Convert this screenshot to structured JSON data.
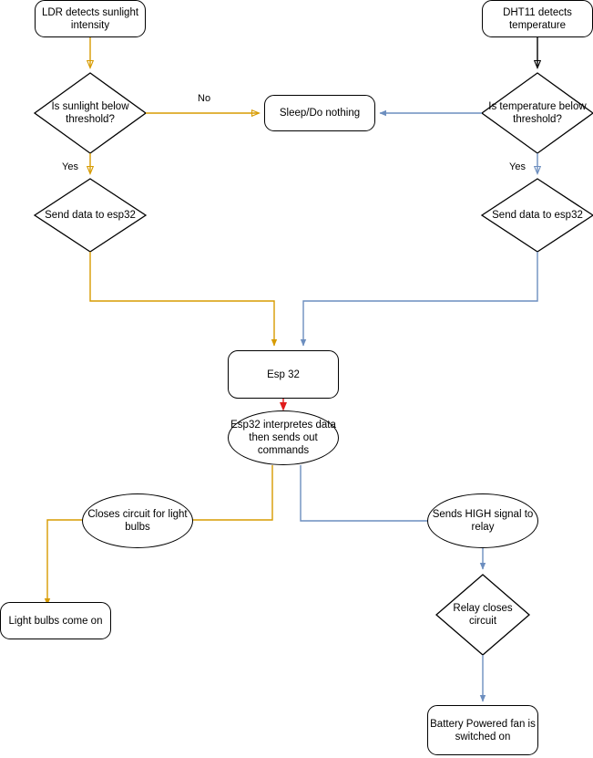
{
  "diagram": {
    "title": "Sensor to ESP32 automation flowchart",
    "colors": {
      "orange": "#D79B00",
      "blue": "#6C8EBF",
      "black": "#000000",
      "red": "#E01B1B",
      "background": "#FFFFFF"
    },
    "nodes": [
      {
        "id": "ldr",
        "shape": "rounded-rect",
        "label": "LDR detects sunlight intensity"
      },
      {
        "id": "dht11",
        "shape": "rounded-rect",
        "label": "DHT11 detects temperature"
      },
      {
        "id": "sunlight_q",
        "shape": "diamond",
        "label": "Is sunlight below threshold?"
      },
      {
        "id": "temp_q",
        "shape": "diamond",
        "label": "Is temperature below threshold?"
      },
      {
        "id": "sleep",
        "shape": "rounded-rect",
        "label": "Sleep/Do nothing"
      },
      {
        "id": "send_left",
        "shape": "diamond",
        "label": "Send data to esp32"
      },
      {
        "id": "send_right",
        "shape": "diamond",
        "label": "Send data to esp32"
      },
      {
        "id": "esp32",
        "shape": "rounded-rect",
        "label": "Esp 32"
      },
      {
        "id": "interprets",
        "shape": "ellipse",
        "label": "Esp32 interpretes data then sends out commands"
      },
      {
        "id": "closes_circuit",
        "shape": "ellipse",
        "label": "Closes circuit for light bulbs"
      },
      {
        "id": "high_signal",
        "shape": "ellipse",
        "label": "Sends HIGH signal to relay"
      },
      {
        "id": "bulbs_on",
        "shape": "rounded-rect",
        "label": "Light bulbs come on"
      },
      {
        "id": "relay_closes",
        "shape": "diamond",
        "label": "Relay closes circuit"
      },
      {
        "id": "fan_on",
        "shape": "rounded-rect",
        "label": "Battery Powered fan is switched on"
      }
    ],
    "edge_labels": [
      {
        "id": "no_label",
        "text": "No"
      },
      {
        "id": "yes_left_label",
        "text": "Yes"
      },
      {
        "id": "yes_right_label",
        "text": "Yes"
      }
    ]
  }
}
